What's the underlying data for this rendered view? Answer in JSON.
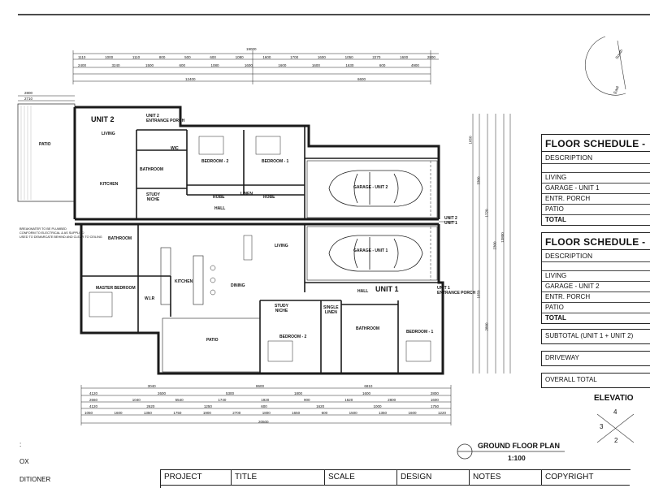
{
  "plan": {
    "unit2_label": "UNIT 2",
    "unit1_label": "UNIT 1",
    "unit2_entrance": "UNIT 2\nENTRANCE PORCH",
    "unit1_entrance": "UNIT 1\nENTRANCE PORCH",
    "rooms": {
      "patio_left": "PATIO",
      "kitchen_u2": "KITCHEN",
      "living_u2_top": "LIVING",
      "wic": "WIC",
      "bathroom_u2": "BATHROOM",
      "study_niche_u2": "STUDY\nNICHE",
      "bedroom2_u2": "BEDROOM - 2",
      "bedroom1_u2": "BEDROOM - 1",
      "robe_a": "ROBE",
      "linen": "LINEN",
      "robe_b": "ROBE",
      "hall_u2": "HALL",
      "garage_u2": "GARAGE - UNIT 2",
      "garage_u1": "GARAGE - UNIT 1",
      "bathroom_u1_top": "BATHROOM",
      "living_u1": "LIVING",
      "master_bedroom": "MASTER BEDROOM",
      "kitchen_u1": "KITCHEN",
      "dining": "DINING",
      "wir": "W.I.R",
      "patio_bottom": "PATIO",
      "study_niche_u1": "STUDY\nNICHE",
      "single_linen": "SINGLE\nLINEN",
      "bedroom2_u1": "BEDROOM - 2",
      "bathroom_u1": "BATHROOM",
      "bedroom1_u1": "BEDROOM - 1",
      "hall_u1": "HALL"
    },
    "unit_divider_label": "UNIT 2\nUNIT 1",
    "dims_top": {
      "overall": "19000",
      "row1": [
        "1110",
        "1000",
        "1110",
        "800",
        "500",
        "600",
        "1080",
        "1600",
        "1700",
        "1600",
        "1050",
        "2270",
        "1600",
        "2800"
      ],
      "row2": [
        "2400",
        "3240",
        "1500",
        "600",
        "1080",
        "1600",
        "1600",
        "1600",
        "1630",
        "600",
        "4900"
      ],
      "row3": [
        "12400",
        "6600"
      ]
    },
    "dims_bottom": {
      "row1": [
        "3040",
        "8600",
        "6810"
      ],
      "row2": [
        "4120",
        "2600",
        "5300",
        "1800",
        "1600",
        "2800"
      ],
      "row3": [
        "2660",
        "1040",
        "5540",
        "1740",
        "1920",
        "900",
        "1620",
        "2800",
        "1600"
      ],
      "row4": [
        "4120",
        "2620",
        "1250",
        "600",
        "1620",
        "1000",
        "1750"
      ],
      "row5": [
        "1050",
        "1600",
        "1350",
        "1750",
        "1900",
        "2700",
        "1800",
        "1650",
        "600",
        "1500",
        "1350",
        "1600",
        "1220"
      ],
      "overall": "20500"
    },
    "dims_right": [
      "1050",
      "3300",
      "1720",
      "2300",
      "1650",
      "2800",
      "13800"
    ],
    "left_dims": [
      "2800",
      "2710"
    ],
    "note_left": "BREAKWATER TO BE PLUMBED\nCONFORM TO ELECTRICAL & AS SUPPLIED\nUSED TO DEMARCATE BEHIND AND CLEAR TO CEILING"
  },
  "schedule1": {
    "title": "FLOOR SCHEDULE - ",
    "header": "DESCRIPTION",
    "rows": [
      "LIVING",
      "GARAGE - UNIT 1",
      "ENTR. PORCH",
      "PATIO"
    ],
    "total": "TOTAL"
  },
  "schedule2": {
    "title": "FLOOR SCHEDULE - ",
    "header": "DESCRIPTION",
    "rows": [
      "LIVING",
      "GARAGE - UNIT 2",
      "ENTR. PORCH",
      "PATIO"
    ],
    "total": "TOTAL"
  },
  "summary": {
    "subtotal": "SUBTOTAL (UNIT 1 + UNIT 2)",
    "driveway": "DRIVEWAY",
    "overall": "OVERALL TOTAL"
  },
  "elevation": {
    "label": "ELEVATIO",
    "n4": "4",
    "n3": "3",
    "n2": "2"
  },
  "compass": {
    "south": "South",
    "east": "East"
  },
  "drawing_title": {
    "name": "GROUND FLOOR PLAN",
    "scale": "1:100"
  },
  "titleblock": {
    "project": "PROJECT",
    "title": "TITLE",
    "scale": "SCALE",
    "design": "DESIGN",
    "notes": "NOTES",
    "copyright": "COPYRIGHT"
  },
  "left_notes": {
    "line1": "OX",
    "line2": "DITIONER"
  },
  "colors": {
    "line": "#1a1a1a",
    "wall_fill": "#555555",
    "background": "#ffffff"
  }
}
